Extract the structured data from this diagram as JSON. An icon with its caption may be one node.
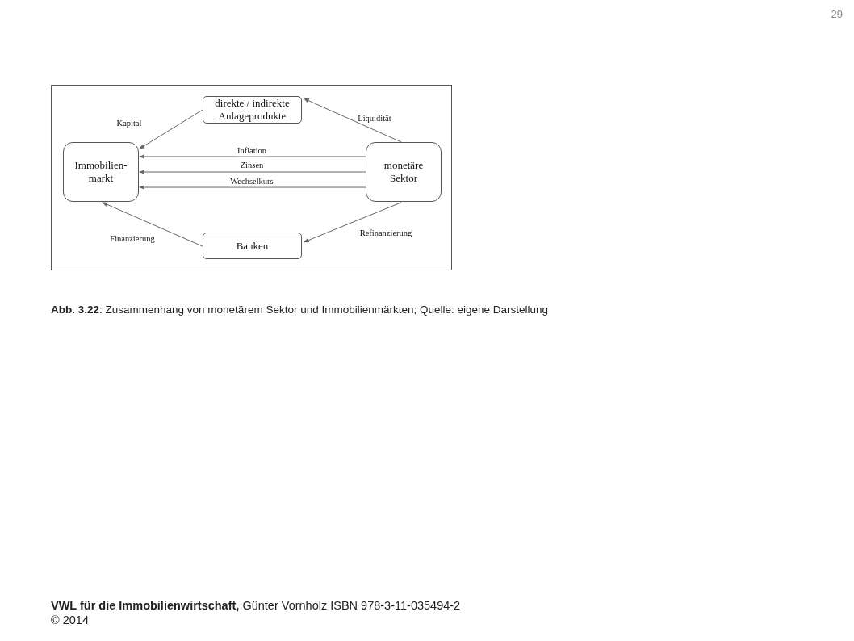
{
  "diagram": {
    "caption": "**Abb. 3.22**: Zusammenhang von monetärem Sektor und Immobilienmärkten; Quelle: eigene Darstellung",
    "nodes": [
      {
        "text": [
          "direkte / indirekte Anlageprodukte"
        ]
      },
      {
        "text": [
          "Immobilien- markt"
        ]
      },
      {
        "text": [
          "monetäre Sektor"
        ]
      },
      {
        "text": [
          "Banken"
        ]
      }
    ],
    "edges": [
      {
        "from": 0,
        "to": 1,
        "arrow": "to",
        "label": "Kapital"
      },
      {
        "from": 2,
        "to": 0,
        "arrow": "to",
        "label": "Liquidität"
      },
      {
        "from": 2,
        "to": 1,
        "arrow": "to",
        "label": "Inflation"
      },
      {
        "from": 2,
        "to": 1,
        "arrow": "to",
        "label": "Zinsen"
      },
      {
        "from": 2,
        "to": 1,
        "arrow": "to",
        "label": "Wechselkurs"
      },
      {
        "from": 3,
        "to": 1,
        "arrow": "to",
        "label": "Finanzierung"
      },
      {
        "from": 2,
        "to": 3,
        "arrow": "to",
        "label": "Refinanzierung"
      }
    ],
    "labels": [
      "29",
      "**VWL für die Immobilienwirtschaft,** Günter Vornholz ISBN 978-3-11-035494-2",
      "© 2014"
    ]
  }
}
